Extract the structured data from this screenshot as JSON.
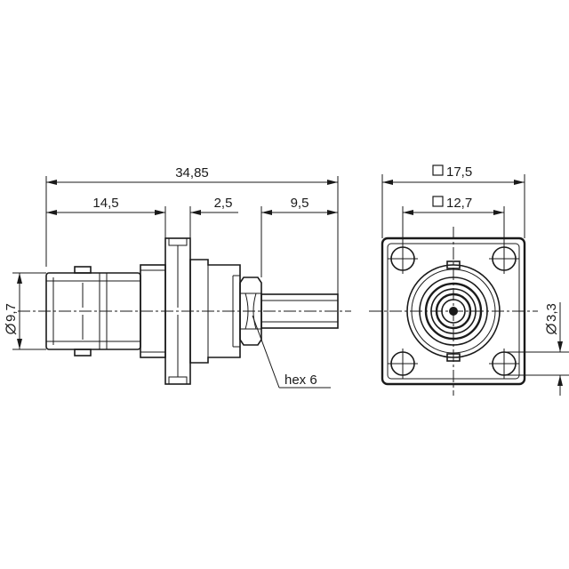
{
  "side_view": {
    "dims": {
      "overall_length": "34,85",
      "rear_length": "14,5",
      "flange_thickness": "2,5",
      "pin_length": "9,5",
      "diameter": "9,7"
    },
    "callouts": {
      "hex": "hex 6"
    }
  },
  "front_view": {
    "dims": {
      "flange_square": "17,5",
      "hole_spacing": "12,7",
      "hole_diameter": "3,3"
    }
  },
  "symbols": {
    "square": "square-symbol",
    "diameter": "diameter-symbol"
  }
}
